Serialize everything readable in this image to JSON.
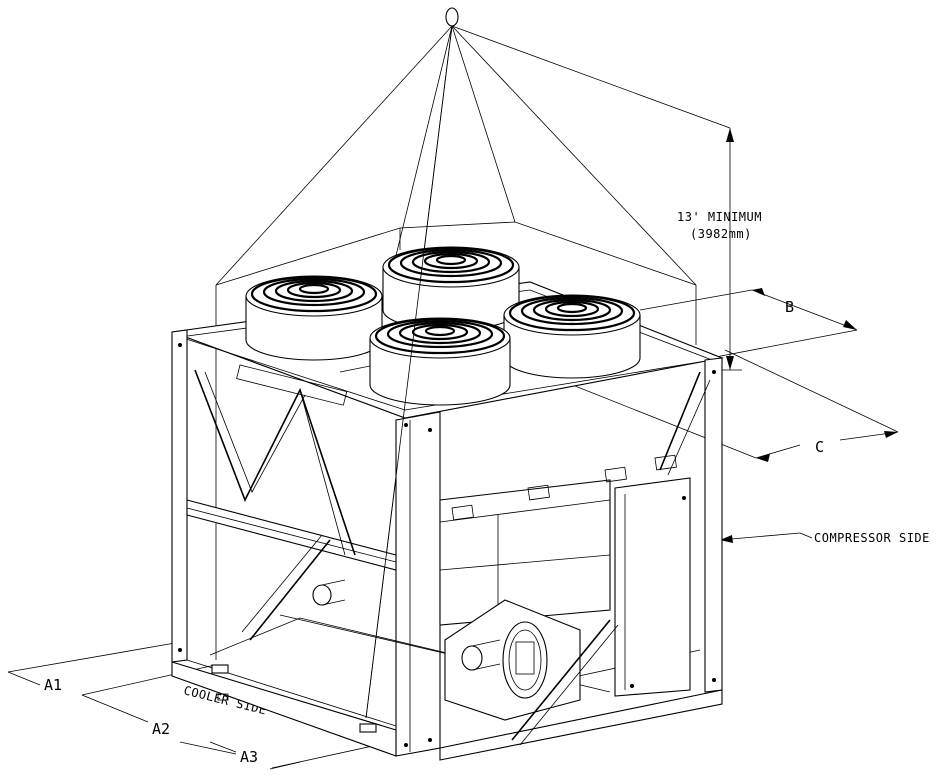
{
  "labels": {
    "height_min": "13' MINIMUM",
    "height_mm": "(3982mm)",
    "dim_b": "B",
    "dim_c": "C",
    "compressor_side": "COMPRESSOR SIDE",
    "cooler_side": "COOLER SIDE",
    "dim_a1": "A1",
    "dim_a2": "A2",
    "dim_a3": "A3"
  },
  "colors": {
    "line": "#000000",
    "background": "#ffffff"
  }
}
